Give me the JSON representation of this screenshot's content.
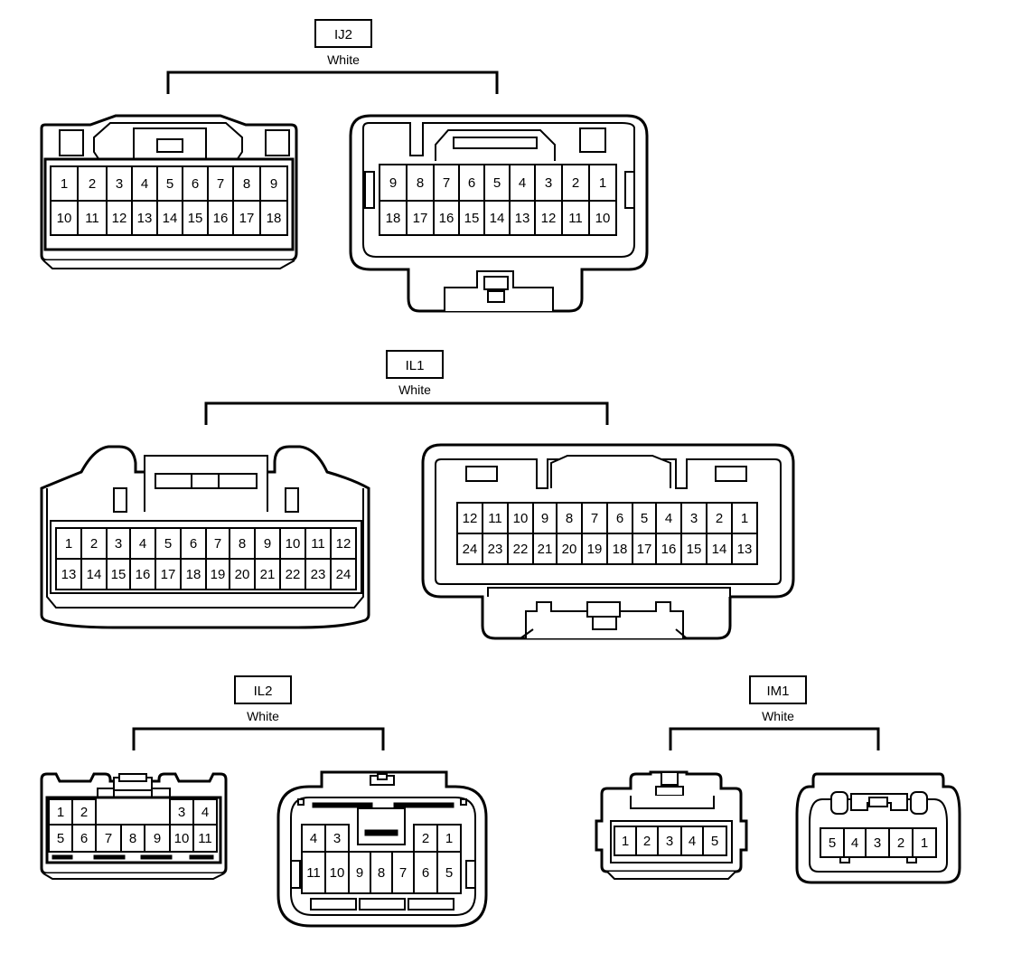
{
  "groups": [
    {
      "name": "IJ2",
      "color": "White"
    },
    {
      "name": "IL1",
      "color": "White"
    },
    {
      "name": "IL2",
      "color": "White"
    },
    {
      "name": "IM1",
      "color": "White"
    }
  ],
  "connectors": {
    "ij2_a": {
      "rows": [
        [
          "1",
          "2",
          "3",
          "4",
          "5",
          "6",
          "7",
          "8",
          "9"
        ],
        [
          "10",
          "11",
          "12",
          "13",
          "14",
          "15",
          "16",
          "17",
          "18"
        ]
      ]
    },
    "ij2_b": {
      "rows": [
        [
          "9",
          "8",
          "7",
          "6",
          "5",
          "4",
          "3",
          "2",
          "1"
        ],
        [
          "18",
          "17",
          "16",
          "15",
          "14",
          "13",
          "12",
          "11",
          "10"
        ]
      ]
    },
    "il1_a": {
      "rows": [
        [
          "1",
          "2",
          "3",
          "4",
          "5",
          "6",
          "7",
          "8",
          "9",
          "10",
          "11",
          "12"
        ],
        [
          "13",
          "14",
          "15",
          "16",
          "17",
          "18",
          "19",
          "20",
          "21",
          "22",
          "23",
          "24"
        ]
      ]
    },
    "il1_b": {
      "rows": [
        [
          "12",
          "11",
          "10",
          "9",
          "8",
          "7",
          "6",
          "5",
          "4",
          "3",
          "2",
          "1"
        ],
        [
          "24",
          "23",
          "22",
          "21",
          "20",
          "19",
          "18",
          "17",
          "16",
          "15",
          "14",
          "13"
        ]
      ]
    },
    "il2_a": {
      "rows": [
        [
          "1",
          "2",
          "3",
          "4"
        ],
        [
          "5",
          "6",
          "7",
          "8",
          "9",
          "10",
          "11"
        ]
      ]
    },
    "il2_b": {
      "rows": [
        [
          "4",
          "3",
          "2",
          "1"
        ],
        [
          "11",
          "10",
          "9",
          "8",
          "7",
          "6",
          "5"
        ]
      ]
    },
    "im1_a": {
      "rows": [
        [
          "1",
          "2",
          "3",
          "4",
          "5"
        ]
      ]
    },
    "im1_b": {
      "rows": [
        [
          "5",
          "4",
          "3",
          "2",
          "1"
        ]
      ]
    }
  }
}
